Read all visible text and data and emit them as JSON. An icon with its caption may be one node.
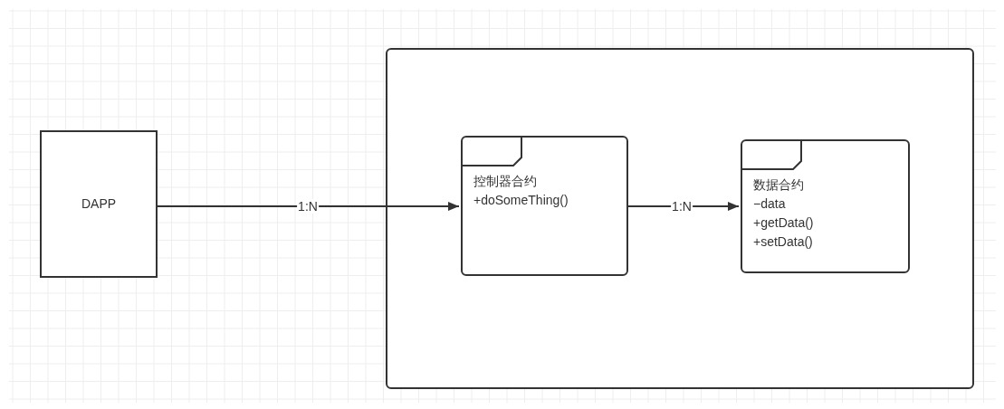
{
  "diagram": {
    "nodes": [
      {
        "text": [
          "DAPP"
        ]
      },
      {
        "text": [],
        "shape": "box"
      },
      {
        "text": [
          "控制器合约",
          "+doSomeThing()"
        ],
        "in": 1
      },
      {
        "text": [
          "数据合约",
          "−data",
          "+getData()",
          "+setData()"
        ],
        "in": 1
      }
    ],
    "edges": [
      {
        "from": 0,
        "to": 2,
        "arrow": "to",
        "label": "1:N"
      },
      {
        "from": 2,
        "to": 3,
        "arrow": "to",
        "label": "1:N"
      }
    ]
  }
}
